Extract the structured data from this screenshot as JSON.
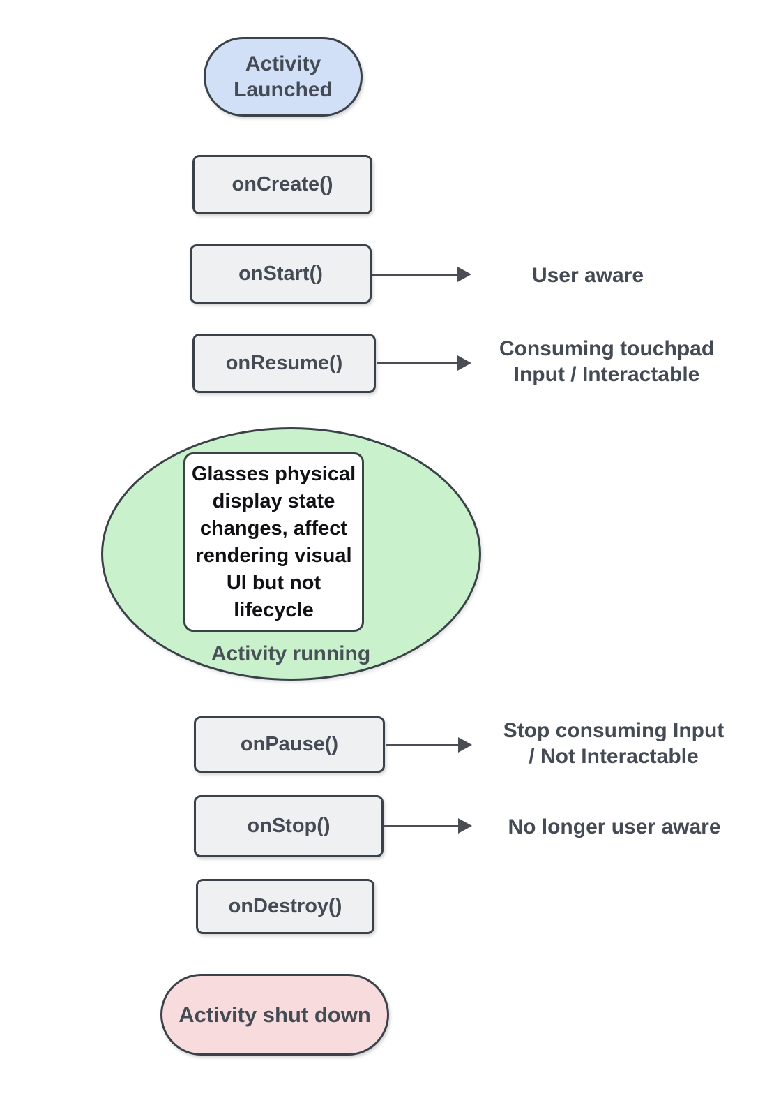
{
  "colors": {
    "border": "#3a4149",
    "rect_fill": "#eef0f2",
    "start_fill": "#d2e0f7",
    "running_fill": "#c9f2cc",
    "end_fill": "#f8dbdc",
    "label_text": "#454b54",
    "note_text": "#101114",
    "arrow": "#4a4e54"
  },
  "start_node": {
    "label": "Activity\nLaunched"
  },
  "steps": [
    {
      "label": "onCreate()"
    },
    {
      "label": "onStart()",
      "annotation": "User aware"
    },
    {
      "label": "onResume()",
      "annotation": "Consuming touchpad\nInput / Interactable"
    },
    {
      "label": "onPause()",
      "annotation": "Stop consuming Input\n/ Not Interactable"
    },
    {
      "label": "onStop()",
      "annotation": "No longer user aware"
    },
    {
      "label": "onDestroy()"
    }
  ],
  "running_state": {
    "note": "Glasses physical\ndisplay state\nchanges, affect\nrendering visual\nUI but not\nlifecycle",
    "label": "Activity running"
  },
  "end_node": {
    "label": "Activity shut down"
  }
}
